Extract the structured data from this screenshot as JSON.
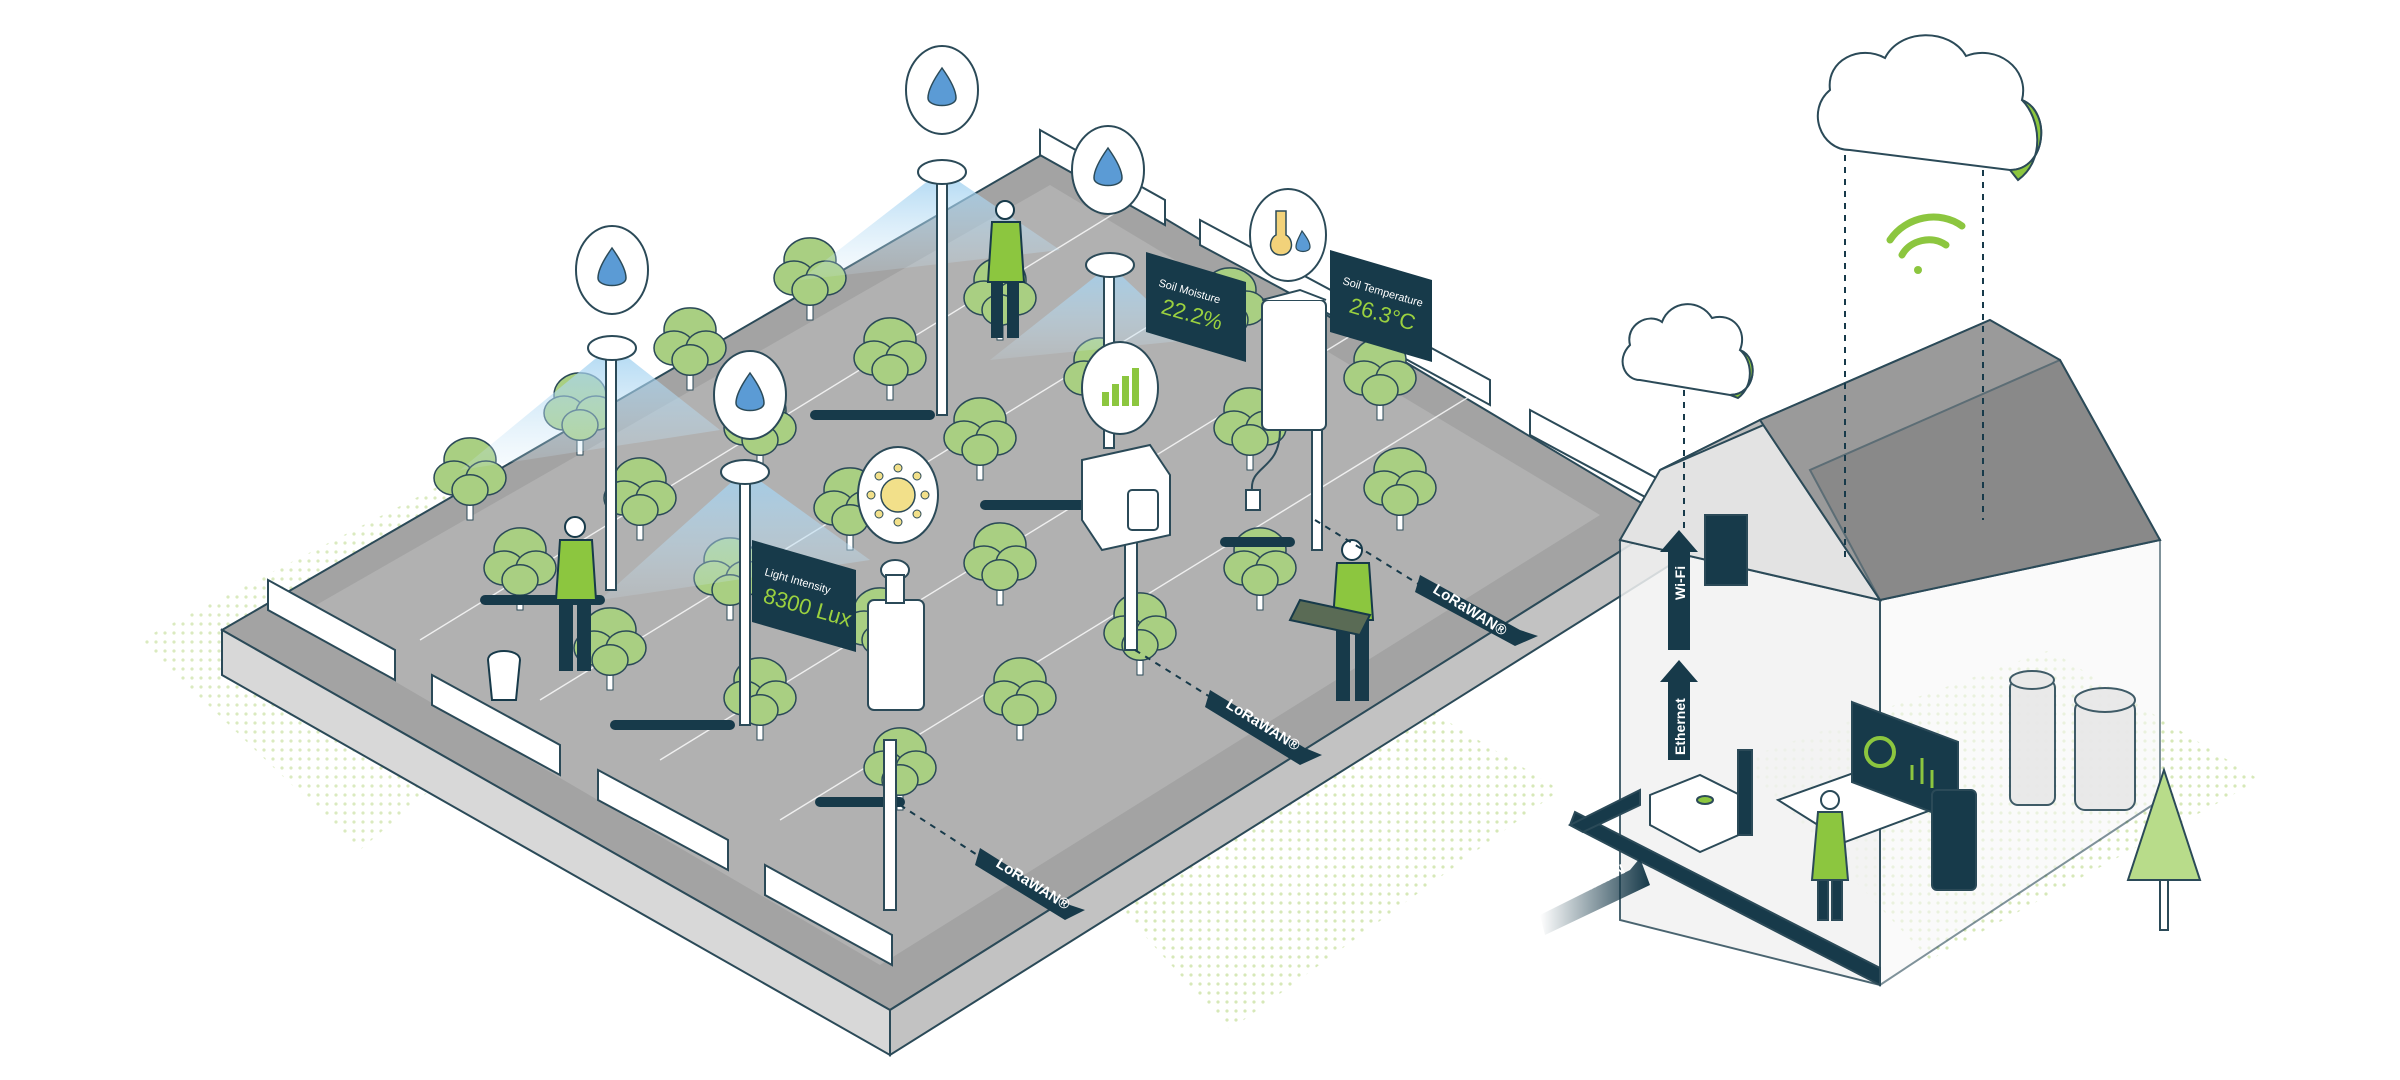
{
  "colors": {
    "accent_green": "#8cc63f",
    "dark_navy": "#173a4a",
    "ground_gray": "#9b9b9b",
    "water_blue": "#5b9bd5",
    "display_text_green": "#9bd13f"
  },
  "sensors": {
    "light": {
      "title": "Light Intensity",
      "value": "8300 Lux"
    },
    "moisture": {
      "title": "Soil Moisture",
      "value": "22.2%"
    },
    "temperature": {
      "title": "Soil Temperature",
      "value": "26.3°C"
    }
  },
  "network": {
    "lorawan_1": "LoRaWAN®",
    "lorawan_2": "LoRaWAN®",
    "lorawan_3": "LoRaWAN®",
    "lorawan_gateway": "LoRaWAN",
    "wifi": "Wi-Fi",
    "ethernet": "Ethernet"
  },
  "icons": [
    "water-drop-icon",
    "signal-bars-icon",
    "sun-icon",
    "soil-drop-icon",
    "cloud-icon",
    "wifi-icon"
  ]
}
